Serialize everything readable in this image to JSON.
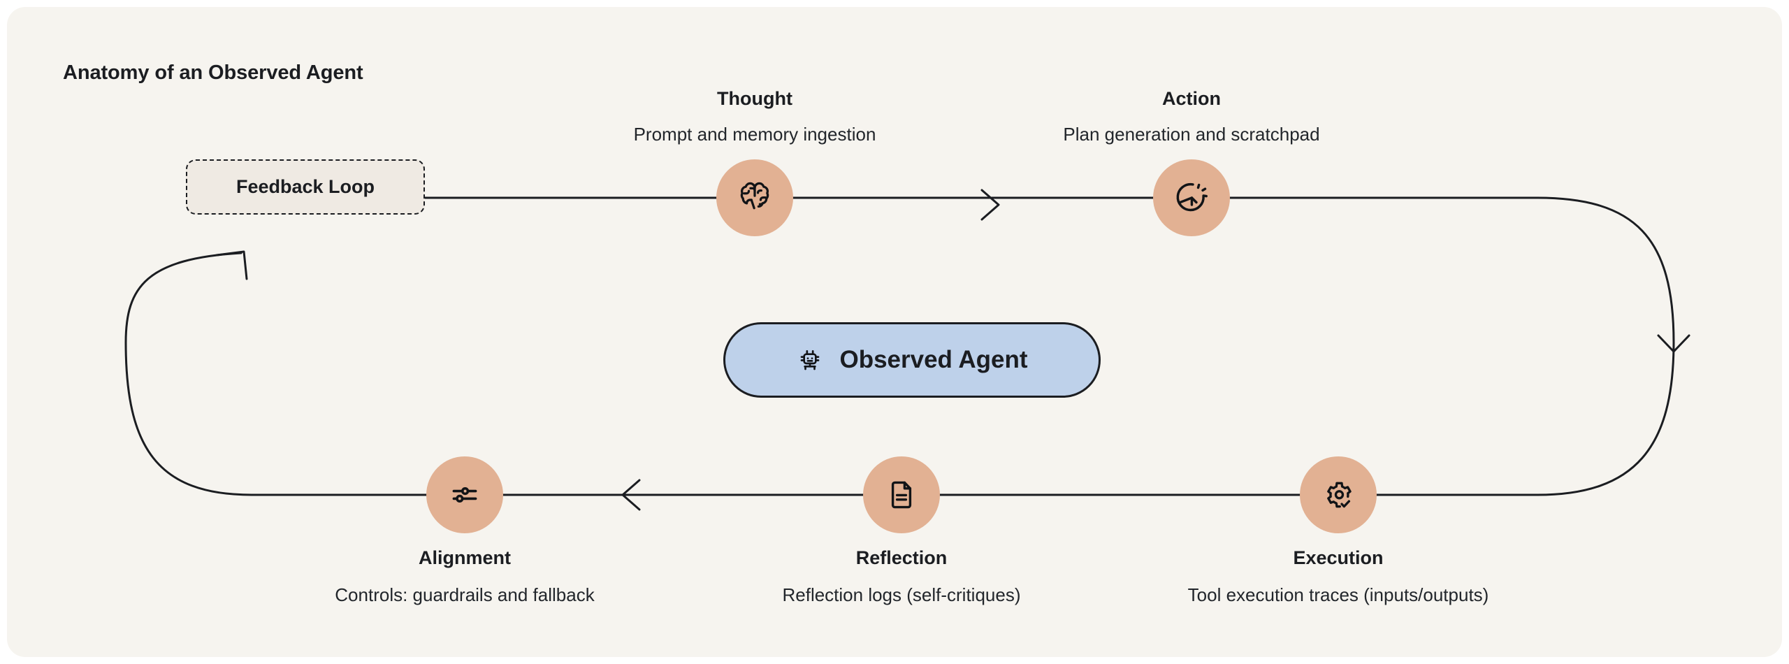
{
  "diagram": {
    "title": "Anatomy of an Observed Agent",
    "background_color": "#f6f4ef",
    "accent_color": "#e2b193",
    "agent_color": "#bed1ea",
    "line_color": "#1b1d21"
  },
  "feedback_loop": {
    "label": "Feedback Loop",
    "icon": "dashed-box"
  },
  "center_node": {
    "label": "Observed Agent",
    "icon": "robot-icon"
  },
  "stages": [
    {
      "id": "thought",
      "title": "Thought",
      "description": "Prompt and memory ingestion",
      "icon": "brain-icon",
      "row": "top"
    },
    {
      "id": "action",
      "title": "Action",
      "description": "Plan generation and scratchpad",
      "icon": "sparkle-pointer-icon",
      "row": "top"
    },
    {
      "id": "execution",
      "title": "Execution",
      "description": "Tool execution traces (inputs/outputs)",
      "icon": "gear-check-icon",
      "row": "bottom"
    },
    {
      "id": "reflection",
      "title": "Reflection",
      "description": "Reflection logs (self-critiques)",
      "icon": "document-icon",
      "row": "bottom"
    },
    {
      "id": "alignment",
      "title": "Alignment",
      "description": "Controls: guardrails and fallback",
      "icon": "sliders-icon",
      "row": "bottom"
    }
  ],
  "flow": {
    "direction": "clockwise",
    "arrow_markers": [
      "right-arrow-top",
      "down-arrow-right",
      "left-arrow-bottom",
      "up-arrow-left"
    ]
  }
}
